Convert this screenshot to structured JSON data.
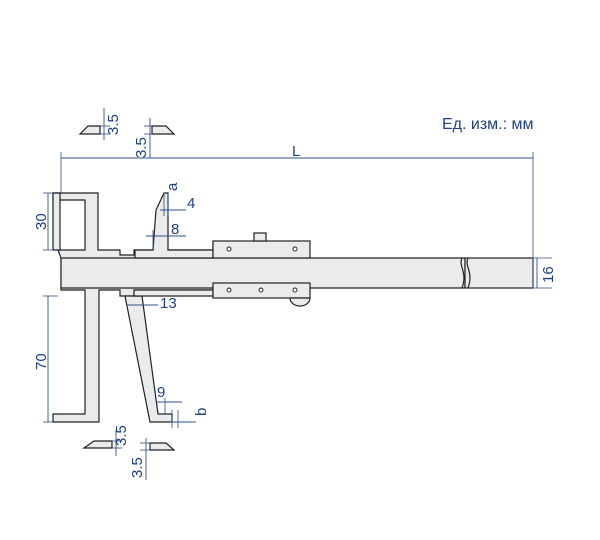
{
  "units_label": "Ед. изм.: мм",
  "dimensions": {
    "length": "L",
    "upper_jaw_height": "30",
    "lower_jaw_height": "70",
    "beam_height": "16",
    "upper_tip_a": "a",
    "upper_jaw_4": "4",
    "upper_jaw_8": "8",
    "lower_jaw_13": "13",
    "lower_tip_9": "9",
    "lower_tip_b": "b",
    "upper_tip_thickness_1": "3.5",
    "upper_tip_thickness_2": "3.5",
    "lower_tip_thickness_1": "3.5",
    "lower_tip_thickness_2": "3.5"
  },
  "colors": {
    "dimension": "#1f3f86",
    "part_fill": "#e9ebec",
    "outline": "#222222"
  }
}
